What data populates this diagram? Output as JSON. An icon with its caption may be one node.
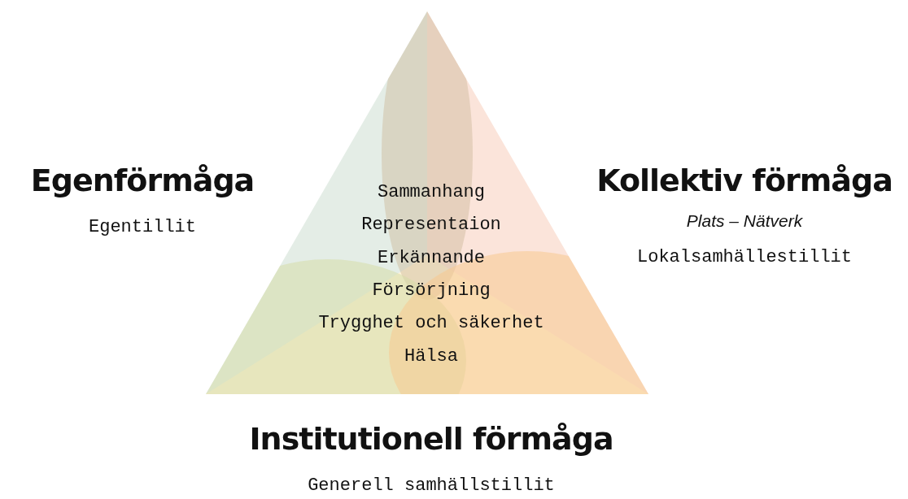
{
  "diagram": {
    "nodes": [
      {
        "text": [
          "Sammanhang",
          "Representaion",
          "Erkännande",
          "Försörjning",
          "Trygghet och säkerhet",
          "Hälsa"
        ]
      }
    ],
    "labels": [
      "Egenförmåga",
      "Egentillit",
      "Kollektiv förmåga",
      "Plats – Nätverk",
      "Lokalsamhällestillit",
      "Institutionell förmåga",
      "Generell samhällstillit"
    ]
  }
}
